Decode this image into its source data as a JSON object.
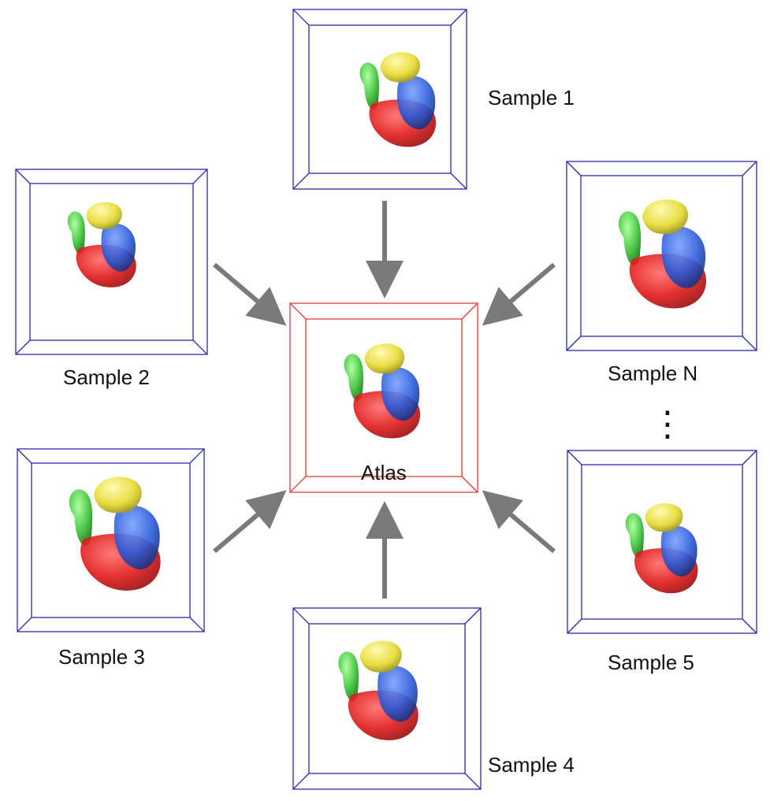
{
  "atlas": {
    "label": "Atlas",
    "frame_color": "#e8383a"
  },
  "samples": [
    {
      "id": "sample-1",
      "label": "Sample 1"
    },
    {
      "id": "sample-2",
      "label": "Sample 2"
    },
    {
      "id": "sample-n",
      "label": "Sample N"
    },
    {
      "id": "sample-3",
      "label": "Sample 3"
    },
    {
      "id": "sample-5",
      "label": "Sample 5"
    },
    {
      "id": "sample-4",
      "label": "Sample 4"
    }
  ],
  "ellipsis": "⋮",
  "colors": {
    "sample_frame": "#2b2ba8",
    "arrow": "#7a7a7a",
    "ventricle": "#e01818",
    "right_chamber": "#2a5ad8",
    "atrium": "#e8dc3a",
    "vessel": "#3ec43a"
  }
}
